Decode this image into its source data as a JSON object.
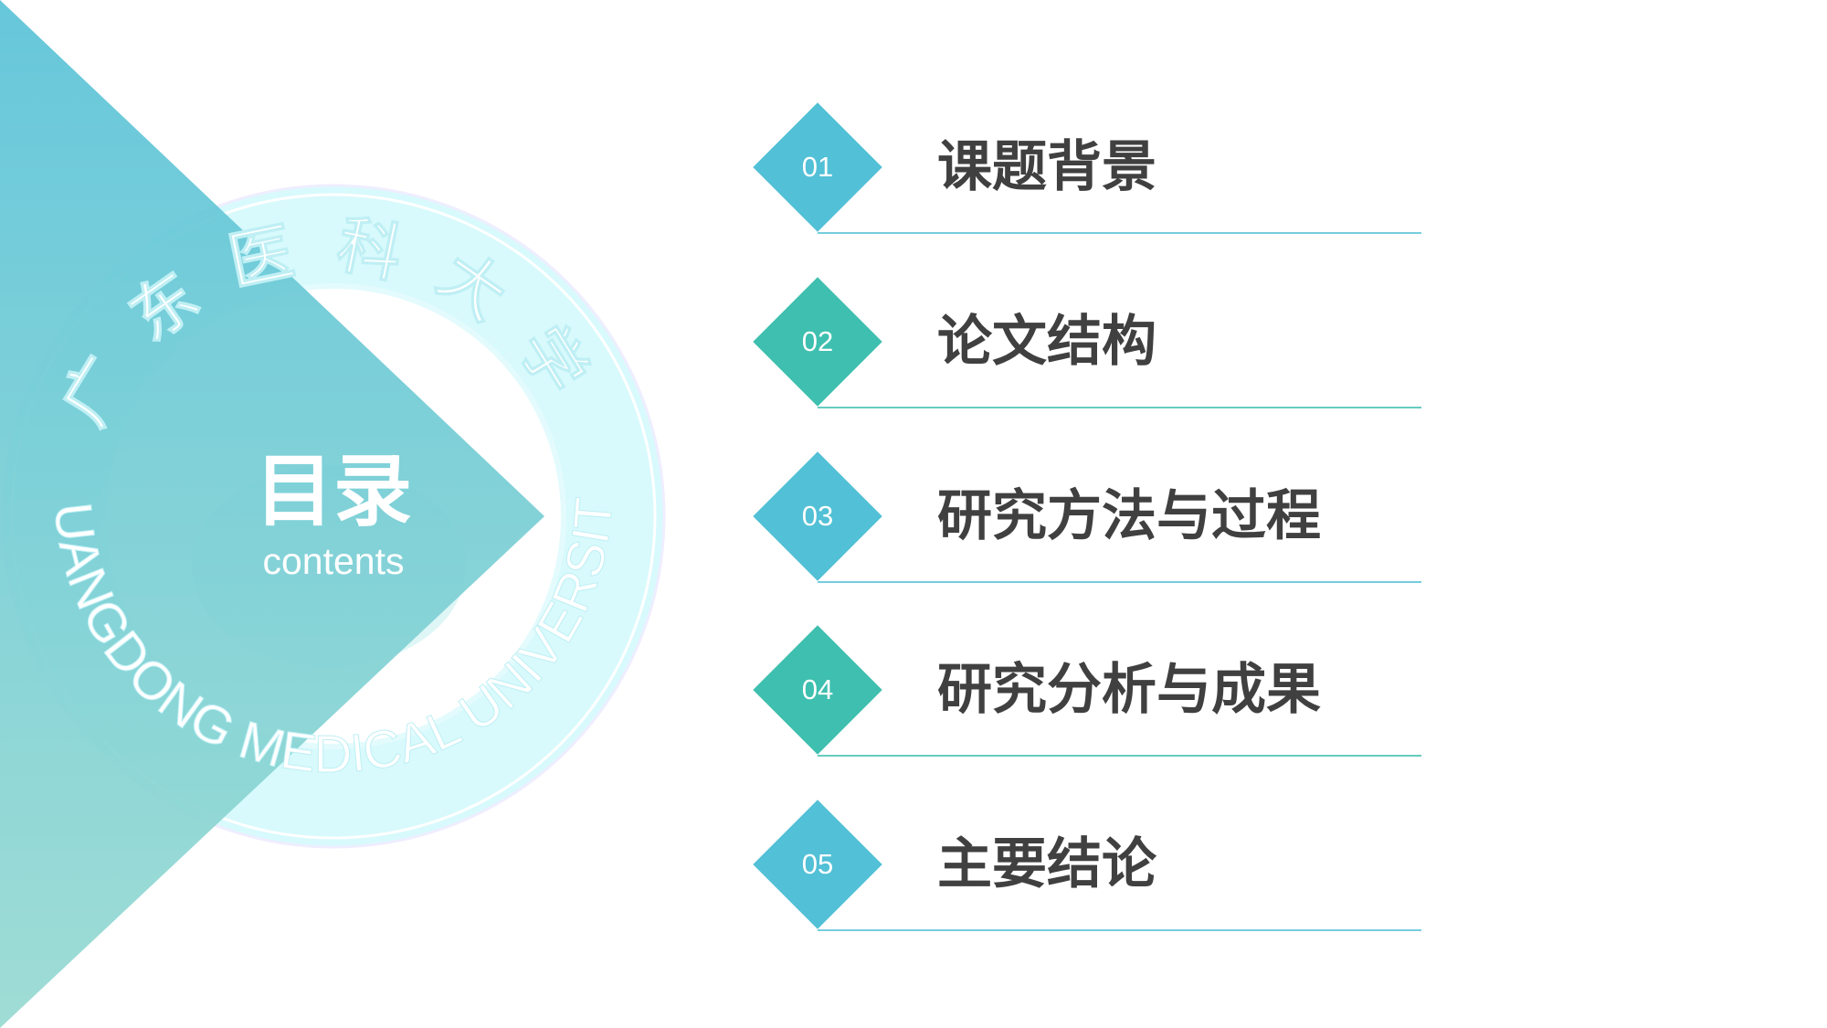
{
  "slide": {
    "title": "目录",
    "subtitle": "contents"
  },
  "seal": {
    "text_cn": "广东医科大学",
    "text_en": "GUANGDONG MEDICAL UNIVERSITY"
  },
  "colors": {
    "blue": "#52C0D6",
    "green": "#3EBFAF",
    "triangle_top": "#5BC3D8",
    "triangle_bottom": "#98DAD2",
    "text": "#404040"
  },
  "items": [
    {
      "number": "01",
      "label": "课题背景",
      "color": "blue"
    },
    {
      "number": "02",
      "label": "论文结构",
      "color": "green"
    },
    {
      "number": "03",
      "label": "研究方法与过程",
      "color": "blue"
    },
    {
      "number": "04",
      "label": "研究分析与成果",
      "color": "green"
    },
    {
      "number": "05",
      "label": "主要结论",
      "color": "blue"
    }
  ]
}
